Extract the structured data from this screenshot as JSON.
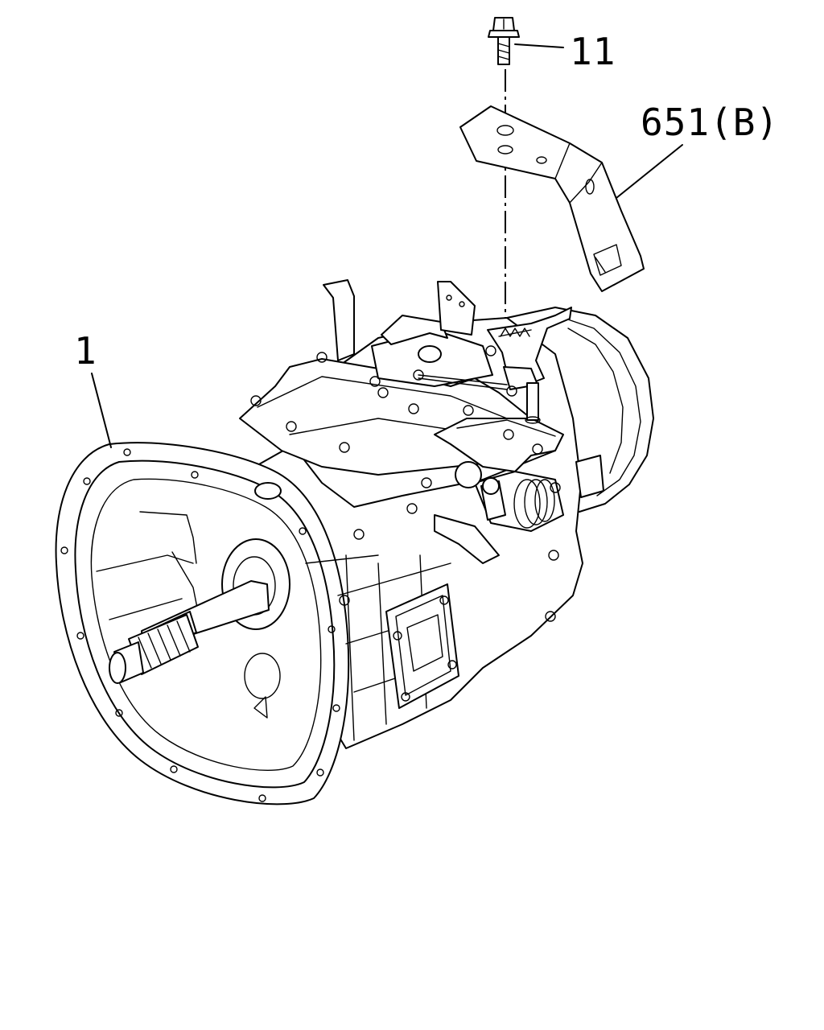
{
  "diagram": {
    "callouts": {
      "bolt": "11",
      "bracket": "651(B)",
      "transmission": "1"
    }
  }
}
